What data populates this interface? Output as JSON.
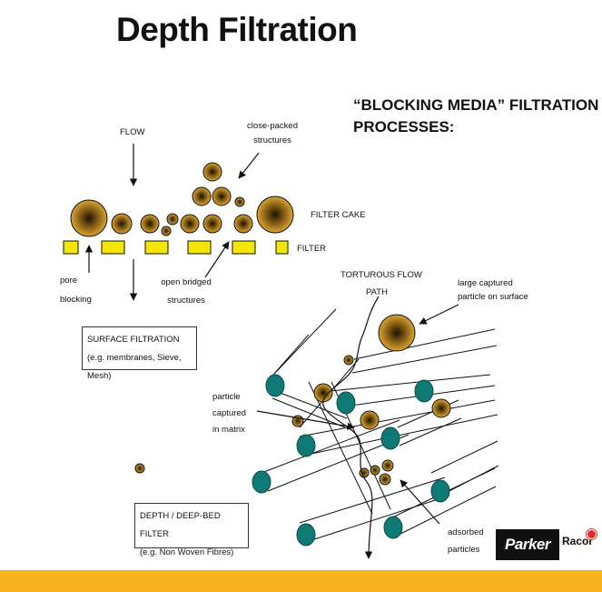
{
  "title": "Depth Filtration",
  "heading": "“BLOCKING MEDIA” FILTRATION PROCESSES:",
  "labels": {
    "flow": "FLOW",
    "close_packed": "close-packed",
    "structures_top": "structures",
    "filter_cake": "FILTER CAKE",
    "filter": "FILTER",
    "pore": "pore",
    "blocking": "blocking",
    "open_bridged": "open bridged",
    "structures_bottom": "structures",
    "tortuous_flow": "TORTUROUS FLOW",
    "path": "PATH",
    "large_captured": "large captured",
    "particle_on_surface": "particle on surface",
    "particle": "particle",
    "captured": "captured",
    "in_matrix": "in matrix",
    "adsorbed": "adsorbed",
    "particles": "particles"
  },
  "surface_box": {
    "title": "SURFACE FILTRATION",
    "subtitle": "(e.g. membranes, Sieve, Mesh)"
  },
  "depth_box": {
    "title": "DEPTH / DEEP-BED FILTER",
    "subtitle": "(e.g. Non Woven Fibres)"
  },
  "logo": {
    "dark": "Parker",
    "light": "Racor"
  },
  "colors": {
    "particle_edge": "#c9961e",
    "particle_core": "#1a1205",
    "filter_yellow": "#f4e600",
    "fiber_teal": "#0f7a75",
    "bottom_bar": "#f6b31b",
    "logo_dark": "#111111",
    "logo_dot": "#e52a2a"
  }
}
